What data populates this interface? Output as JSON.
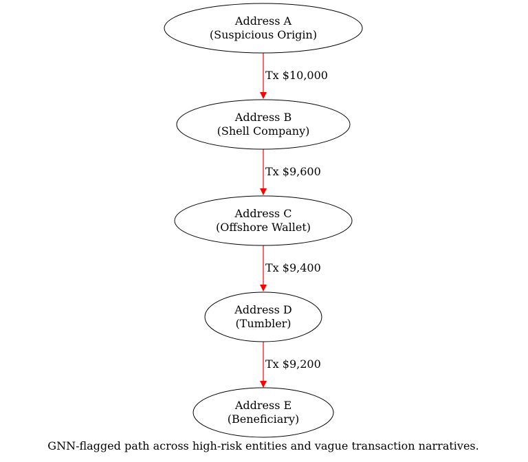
{
  "diagram": {
    "type": "flow-graph",
    "edge_color": "#ff0000",
    "node_stroke": "#000000",
    "nodes": [
      {
        "id": "A",
        "line1": "Address A",
        "line2": "(Suspicious Origin)"
      },
      {
        "id": "B",
        "line1": "Address B",
        "line2": "(Shell Company)"
      },
      {
        "id": "C",
        "line1": "Address C",
        "line2": "(Offshore Wallet)"
      },
      {
        "id": "D",
        "line1": "Address D",
        "line2": "(Tumbler)"
      },
      {
        "id": "E",
        "line1": "Address E",
        "line2": "(Beneficiary)"
      }
    ],
    "edges": [
      {
        "from": "A",
        "to": "B",
        "label": "Tx $10,000"
      },
      {
        "from": "B",
        "to": "C",
        "label": "Tx $9,600"
      },
      {
        "from": "C",
        "to": "D",
        "label": "Tx $9,400"
      },
      {
        "from": "D",
        "to": "E",
        "label": "Tx $9,200"
      }
    ],
    "caption": "GNN-flagged path across high-risk entities and vague transaction narratives."
  }
}
